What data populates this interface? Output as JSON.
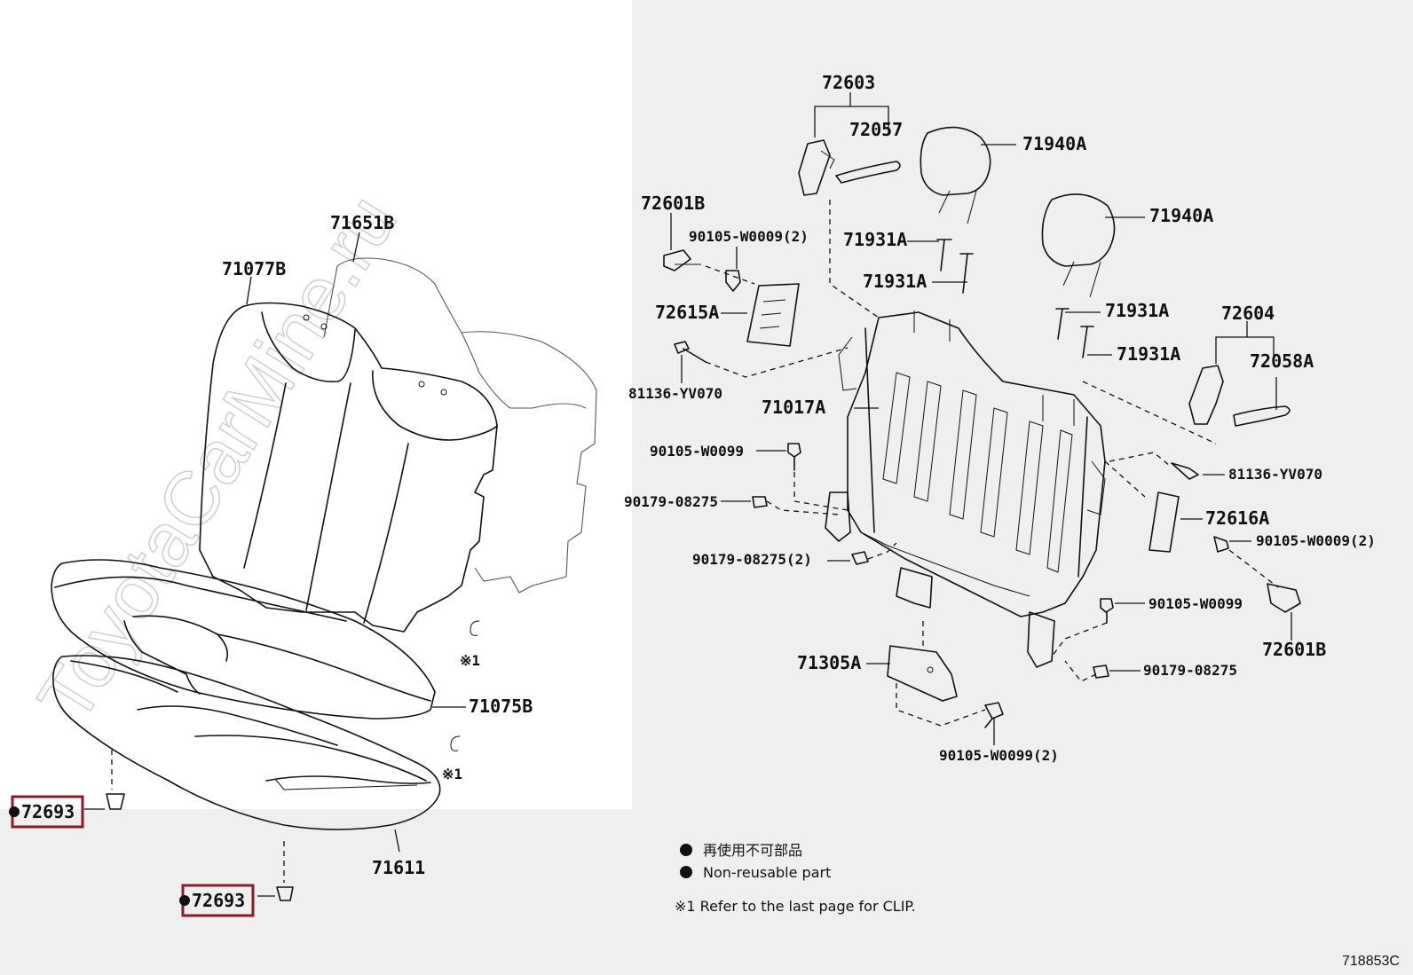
{
  "watermark": "ToyotaCarMine.ru",
  "parts": {
    "p71651B": "71651B",
    "p71077B": "71077B",
    "p71075B": "71075B",
    "p71611": "71611",
    "p72693_a": "72693",
    "p72693_b": "72693",
    "p72603": "72603",
    "p72057": "72057",
    "p71940A_a": "71940A",
    "p71940A_b": "71940A",
    "p72601B_a": "72601B",
    "p90105_W0009_2_a": "90105-W0009(2)",
    "p71931A_a": "71931A",
    "p71931A_b": "71931A",
    "p71931A_c": "71931A",
    "p71931A_d": "71931A",
    "p72615A": "72615A",
    "p81136_YV070_a": "81136-YV070",
    "p72604": "72604",
    "p72058A": "72058A",
    "p71017A": "71017A",
    "p90105_W0099_a": "90105-W0099",
    "p81136_YV070_b": "81136-YV070",
    "p90179_08275_a": "90179-08275",
    "p72616A": "72616A",
    "p90179_08275_2": "90179-08275(2)",
    "p90105_W0009_2_b": "90105-W0009(2)",
    "p90105_W0099_b": "90105-W0099",
    "p72601B_b": "72601B",
    "p71305A": "71305A",
    "p90179_08275_b": "90179-08275",
    "p90105_W0099_2": "90105-W0099(2)"
  },
  "clip_marks": {
    "clip1": "※1",
    "clip2": "※1"
  },
  "legend": {
    "line_jp": "再使用不可部品",
    "line_en": "Non-reusable part",
    "note": "※1 Refer to the last page for CLIP."
  },
  "diagram_id": "718853C",
  "colors": {
    "highlight_box": "#8b1a2b",
    "panel_white": "#ffffff",
    "panel_gray": "#efefef"
  }
}
